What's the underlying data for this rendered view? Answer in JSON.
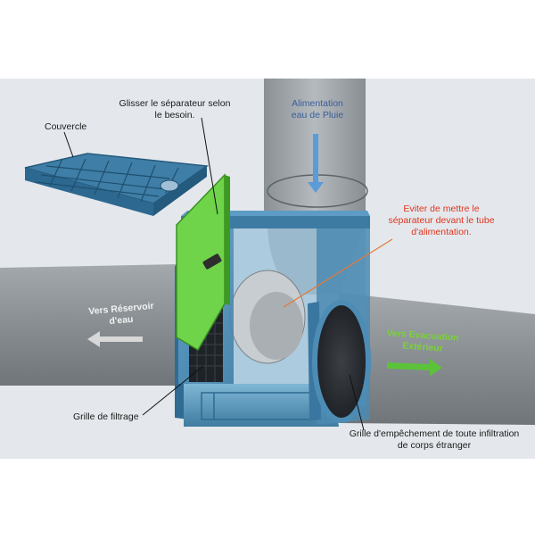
{
  "labels": {
    "couvercle": "Couvercle",
    "separateur_l1": "Glisser le séparateur selon",
    "separateur_l2": "le besoin.",
    "alimentation_l1": "Alimentation",
    "alimentation_l2": "eau de Pluie",
    "eviter_l1": "Eviter de mettre le",
    "eviter_l2": "séparateur devant le tube",
    "eviter_l3": "d'alimentation.",
    "reservoir_l1": "Vers Réservoir",
    "reservoir_l2": "d'eau",
    "evacuation_l1": "Vers Evacuation",
    "evacuation_l2": "Extérieur",
    "grille_filtrage": "Grille de filtrage",
    "grille_emp_l1": "Grille d'empêchement de toute infiltration",
    "grille_emp_l2": "de corps étranger"
  },
  "colors": {
    "background": "#e4e8ec",
    "pipe": "#8e9498",
    "box": "#4f8fb8",
    "separator": "#6fd44a",
    "arrow_blue": "#5a9bd8",
    "arrow_grey": "#d8d8d8",
    "arrow_green": "#5cc23a",
    "warning_text": "#e0341f"
  }
}
